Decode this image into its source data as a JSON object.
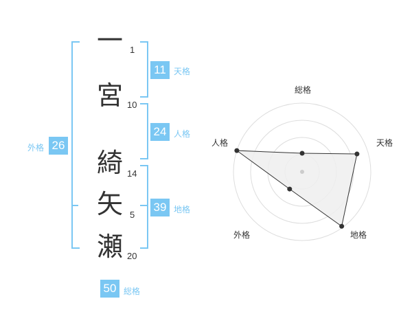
{
  "name": {
    "chars": [
      {
        "char": "一",
        "strokes": "1"
      },
      {
        "char": "宮",
        "strokes": "10"
      },
      {
        "char": "綺",
        "strokes": "14"
      },
      {
        "char": "矢",
        "strokes": "5"
      },
      {
        "char": "瀬",
        "strokes": "20"
      }
    ]
  },
  "kakusu": {
    "tenkaku": {
      "value": "11",
      "label": "天格"
    },
    "jinkaku": {
      "value": "24",
      "label": "人格"
    },
    "chikaku": {
      "value": "39",
      "label": "地格"
    },
    "gaikaku": {
      "value": "26",
      "label": "外格"
    },
    "soukaku": {
      "value": "50",
      "label": "総格"
    }
  },
  "colors": {
    "accent": "#7ac7f3",
    "text": "#333333",
    "radar_fill": "#efefef",
    "radar_ring": "#dddddd"
  },
  "chart_data": {
    "type": "radar",
    "axes": [
      "総格",
      "天格",
      "地格",
      "外格",
      "人格"
    ],
    "values": [
      0.27,
      0.84,
      0.98,
      0.31,
      1.0
    ],
    "scale": "0 (center) to 1 (outer ring)",
    "rings": 4
  }
}
